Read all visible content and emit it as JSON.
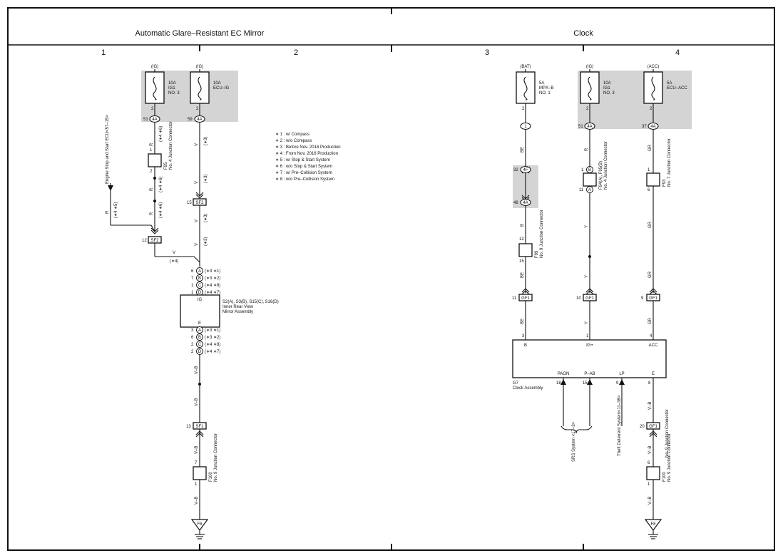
{
  "titles": {
    "left": "Automatic Glare–Resistant EC Mirror",
    "right": "Clock"
  },
  "columns": [
    "1",
    "2",
    "3",
    "4"
  ],
  "fuses": [
    {
      "supply": "(IG)",
      "amp": "10A",
      "n1": "IG1",
      "n2": "NO. 3"
    },
    {
      "supply": "(IG)",
      "amp": "10A",
      "n1": "ECU–IG",
      "n2": ""
    },
    {
      "supply": "(BAT)",
      "amp": "5A",
      "n1": "MPX–B",
      "n2": "NO. 1"
    },
    {
      "supply": "(IG)",
      "amp": "10A",
      "n1": "IG1",
      "n2": "NO. 3"
    },
    {
      "supply": "(ACC)",
      "amp": "5A",
      "n1": "ECU–ACC",
      "n2": ""
    }
  ],
  "legend": [
    "∗ 1 : w/ Compass",
    "∗ 2 : w/o Compass",
    "∗ 3 : Before Nov.  2016 Production",
    "∗ 4 : From Nov.  2016 Production",
    "∗ 5 : w/ Stop & Start System",
    "∗ 6 : w/o Stop & Start System",
    "∗ 7 : w/ Pre–Collision System",
    "∗ 8 : w/o Pre–Collision System"
  ],
  "mirror": {
    "name1": "S2(A), S3(B), S15(C), S16(D)",
    "name2": "Inner Rear View",
    "name3": "Mirror Assembly",
    "pin_top": "IG",
    "pin_bottom": "E",
    "top_pins": [
      {
        "num": "6",
        "con": "A",
        "note": "(∗3 ∗1)"
      },
      {
        "num": "7",
        "con": "B",
        "note": "(∗3 ∗2)"
      },
      {
        "num": "1",
        "con": "C",
        "note": "(∗4 ∗8)"
      },
      {
        "num": "1",
        "con": "D",
        "note": "(∗4 ∗7)"
      }
    ],
    "bottom_pins": [
      {
        "num": "3",
        "con": "A",
        "note": "(∗3 ∗1)"
      },
      {
        "num": "6",
        "con": "B",
        "note": "(∗3 ∗2)"
      },
      {
        "num": "2",
        "con": "C",
        "note": "(∗4 ∗8)"
      },
      {
        "num": "2",
        "con": "D",
        "note": "(∗4 ∗7)"
      }
    ]
  },
  "connectors": {
    "c4a": "4A",
    "c4f": "4F",
    "c1": "1",
    "cB": "B",
    "cA": "A",
    "sf2": "SF2",
    "sf1": "SF1",
    "gf1": "GF1",
    "f8": "F8"
  },
  "junctions": {
    "f95_code": "F95",
    "f95_name": "No. 4 Junction Connector",
    "f100_code": "F100",
    "f100_name": "No. 9 Junction Connector",
    "f99_code": "F99",
    "f99_name": "No. 9 Junction Connector",
    "f93_code": "F93",
    "f93_name": "No. 7 Junction Connector",
    "f94_code": "F94(A), F95(B)",
    "f94_name": "No. 4 Junction Connector"
  },
  "engine_stop": "Engine Stop and Start ECU<57–15>",
  "clock": {
    "code": "G7",
    "name": "Clock Assembly",
    "pins_top": [
      "B",
      "IG+",
      "ACC"
    ],
    "pins_bottom": [
      "PAON",
      "P–AB",
      "LP",
      "E"
    ],
    "srs": "SRS System <17–3>",
    "theft": "Theft Deterrent System<11–38>"
  },
  "labels": {
    "n51": "51",
    "n59": "59",
    "n37": "37",
    "n32": "32",
    "n48": "48",
    "n11": "11",
    "n10": "10",
    "n9": "9",
    "n12": "12",
    "n13": "13",
    "n15": "15",
    "n20": "20",
    "n18": "18",
    "n8": "8",
    "n7": "7",
    "n6": "6",
    "n3": "3",
    "n2": "2",
    "n1": "1",
    "n4": "4",
    "r": "R",
    "v": "V",
    "vb": "V–B",
    "be": "BE",
    "b": "B",
    "y": "Y",
    "gr": "GR",
    "n_m46": "(∗4 ∗6)",
    "n_m45": "(∗4 ∗5)",
    "n_m3": "(∗3)",
    "n_m4": "(∗4)"
  }
}
